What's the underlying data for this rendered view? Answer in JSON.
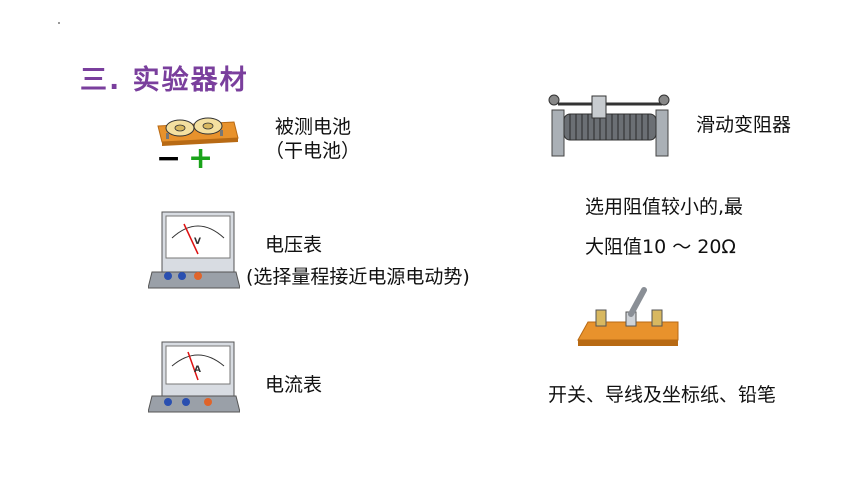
{
  "slide": {
    "title": "三. 实验器材",
    "items": {
      "battery": {
        "label": "被测电池",
        "sublabel": "（干电池）",
        "minus": "−",
        "plus": "+"
      },
      "voltmeter": {
        "label": "电压表",
        "note": "(选择量程接近电源电动势)",
        "dial": "V"
      },
      "ammeter": {
        "label": "电流表",
        "dial": "A"
      },
      "rheostat": {
        "label": "滑动变阻器",
        "note_line1": "选用阻值较小的,最",
        "note_line2": "大阻值10 ～ 20Ω"
      },
      "switch": {
        "label": "开关、导线及坐标纸、铅笔"
      }
    }
  }
}
